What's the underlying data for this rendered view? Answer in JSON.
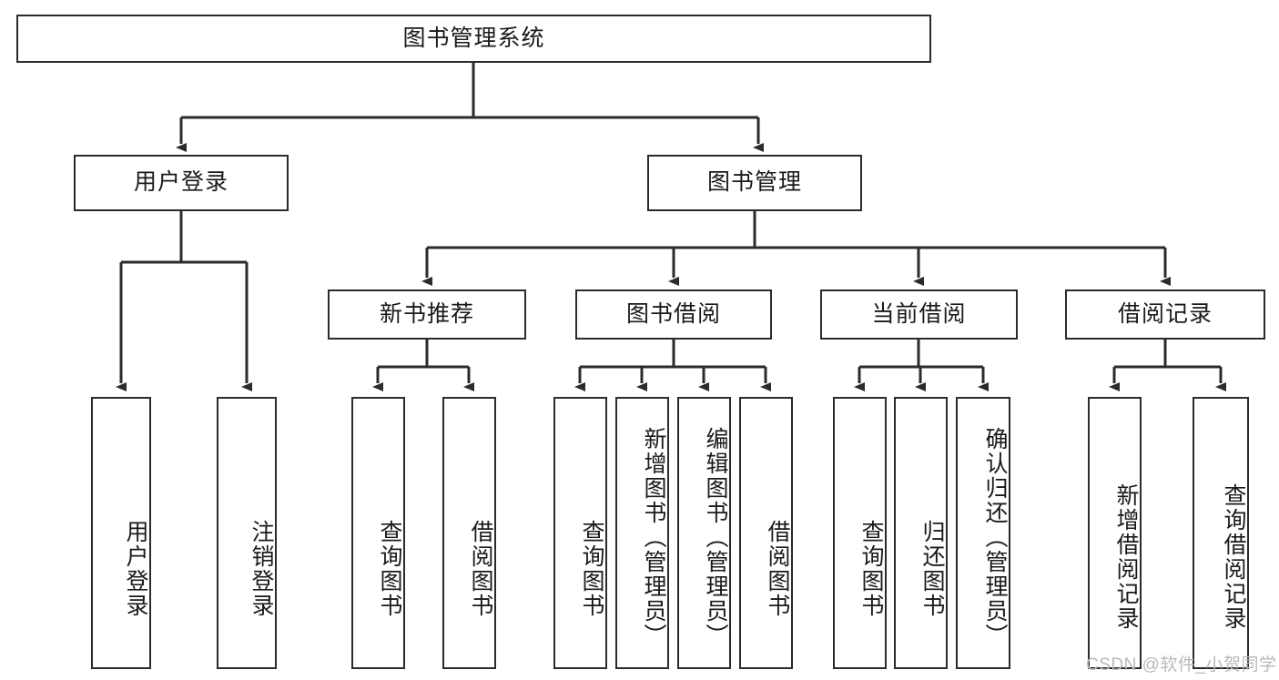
{
  "diagram": {
    "title": "图书管理系统",
    "type": "tree-hierarchy-diagram",
    "colors": {
      "box_border": "#2b2b2b",
      "box_fill": "#ffffff",
      "edge": "#2b2b2b",
      "text": "#1a1a1a",
      "watermark": "#b9b9b9",
      "background": "#ffffff"
    },
    "levels": [
      {
        "level": 1,
        "nodes": [
          {
            "id": "root",
            "label": "图书管理系统",
            "orientation": "horizontal"
          }
        ]
      },
      {
        "level": 2,
        "nodes": [
          {
            "id": "user-login",
            "label": "用户登录",
            "orientation": "horizontal",
            "parent": "root"
          },
          {
            "id": "book-manage",
            "label": "图书管理",
            "orientation": "horizontal",
            "parent": "root"
          }
        ]
      },
      {
        "level": 3,
        "nodes": [
          {
            "id": "new-book-rec",
            "label": "新书推荐",
            "orientation": "horizontal",
            "parent": "book-manage"
          },
          {
            "id": "book-borrow",
            "label": "图书借阅",
            "orientation": "horizontal",
            "parent": "book-manage"
          },
          {
            "id": "current-borrow",
            "label": "当前借阅",
            "orientation": "horizontal",
            "parent": "book-manage"
          },
          {
            "id": "borrow-record",
            "label": "借阅记录",
            "orientation": "horizontal",
            "parent": "book-manage"
          }
        ]
      },
      {
        "level": 4,
        "nodes": [
          {
            "id": "leaf-user-login",
            "label": "用户登录",
            "orientation": "vertical",
            "parent": "user-login"
          },
          {
            "id": "leaf-logout",
            "label": "注销登录",
            "orientation": "vertical",
            "parent": "user-login"
          },
          {
            "id": "leaf-query-book-1",
            "label": "查询图书",
            "orientation": "vertical",
            "parent": "new-book-rec"
          },
          {
            "id": "leaf-borrow-book-1",
            "label": "借阅图书",
            "orientation": "vertical",
            "parent": "new-book-rec"
          },
          {
            "id": "leaf-query-book-2",
            "label": "查询图书",
            "orientation": "vertical",
            "parent": "book-borrow"
          },
          {
            "id": "leaf-add-book",
            "label": "新增图书（管理员）",
            "orientation": "vertical",
            "parent": "book-borrow"
          },
          {
            "id": "leaf-edit-book",
            "label": "编辑图书（管理员）",
            "orientation": "vertical",
            "parent": "book-borrow"
          },
          {
            "id": "leaf-borrow-book-2",
            "label": "借阅图书",
            "orientation": "vertical",
            "parent": "book-borrow"
          },
          {
            "id": "leaf-query-book-3",
            "label": "查询图书",
            "orientation": "vertical",
            "parent": "current-borrow"
          },
          {
            "id": "leaf-return-book",
            "label": "归还图书",
            "orientation": "vertical",
            "parent": "current-borrow"
          },
          {
            "id": "leaf-confirm-return",
            "label": "确认归还（管理员）",
            "orientation": "vertical",
            "parent": "current-borrow"
          },
          {
            "id": "leaf-add-record",
            "label": "新增借阅记录",
            "orientation": "vertical",
            "parent": "borrow-record"
          },
          {
            "id": "leaf-query-record",
            "label": "查询借阅记录",
            "orientation": "vertical",
            "parent": "borrow-record"
          }
        ]
      }
    ],
    "watermark": "CSDN @软件_小贺同学"
  }
}
